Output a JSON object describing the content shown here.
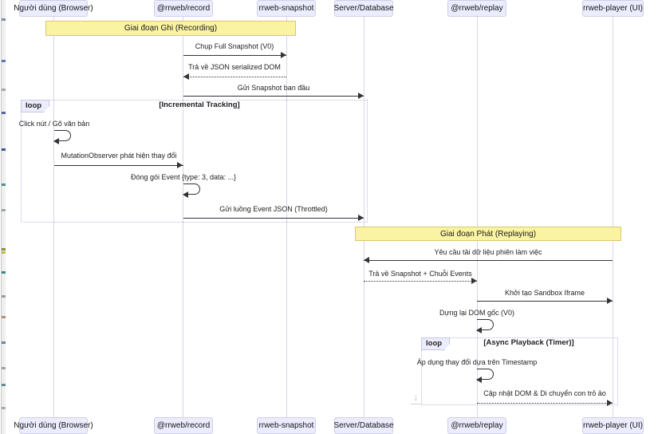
{
  "participants": [
    {
      "label": "Người dùng (Browser)"
    },
    {
      "label": "@rrweb/record"
    },
    {
      "label": "rrweb-snapshot"
    },
    {
      "label": "Server/Database"
    },
    {
      "label": "@rrweb/replay"
    },
    {
      "label": "rrweb-player (UI)"
    }
  ],
  "notes": {
    "recording": {
      "label": "Giai đoạn Ghi (Recording)"
    },
    "replaying": {
      "label": "Giai đoạn Phát (Replaying)"
    }
  },
  "loops": [
    {
      "tag": "loop",
      "condition": "[Incremental Tracking]"
    },
    {
      "tag": "loop",
      "condition": "[Async Playback (Timer)]"
    }
  ],
  "messages": [
    {
      "label": "Chụp Full Snapshot (V0)",
      "from": "@rrweb/record",
      "to": "rrweb-snapshot",
      "line": "solid"
    },
    {
      "label": "Trả về JSON serialized DOM",
      "from": "rrweb-snapshot",
      "to": "@rrweb/record",
      "line": "dotted"
    },
    {
      "label": "Gửi Snapshot ban đầu",
      "from": "@rrweb/record",
      "to": "Server/Database",
      "line": "solid"
    },
    {
      "label": "Click nút / Gõ văn bản",
      "from": "Người dùng (Browser)",
      "to": "Người dùng (Browser)",
      "line": "self"
    },
    {
      "label": "MutationObserver phát hiện thay đổi",
      "from": "Người dùng (Browser)",
      "to": "@rrweb/record",
      "line": "solid"
    },
    {
      "label": "Đóng gói Event {type: 3, data: ...}",
      "from": "@rrweb/record",
      "to": "@rrweb/record",
      "line": "self"
    },
    {
      "label": "Gửi luồng Event JSON (Throttled)",
      "from": "@rrweb/record",
      "to": "Server/Database",
      "line": "solid"
    },
    {
      "label": "Yêu cầu tải dữ liệu phiên làm việc",
      "from": "rrweb-player (UI)",
      "to": "Server/Database",
      "line": "solid"
    },
    {
      "label": "Trả về Snapshot + Chuỗi Events",
      "from": "Server/Database",
      "to": "@rrweb/replay",
      "line": "dotted"
    },
    {
      "label": "Khởi tạo Sandbox Iframe",
      "from": "@rrweb/replay",
      "to": "rrweb-player (UI)",
      "line": "solid"
    },
    {
      "label": "Dựng lại DOM gốc (V0)",
      "from": "@rrweb/replay",
      "to": "@rrweb/replay",
      "line": "self"
    },
    {
      "label": "Áp dụng thay đổi dựa trên Timestamp",
      "from": "@rrweb/replay",
      "to": "@rrweb/replay",
      "line": "self"
    },
    {
      "label": "Cập nhật DOM & Di chuyển con trỏ ảo",
      "from": "@rrweb/replay",
      "to": "rrweb-player (UI)",
      "line": "dotted"
    }
  ],
  "icons": {
    "scroll_down": "↓"
  },
  "colors": {
    "participant_fill": "#ECECFF",
    "note_fill": "#FAF3A2",
    "note_border": "#D9C86F",
    "line": "#333333",
    "loop_border": "#B9B9DD"
  }
}
